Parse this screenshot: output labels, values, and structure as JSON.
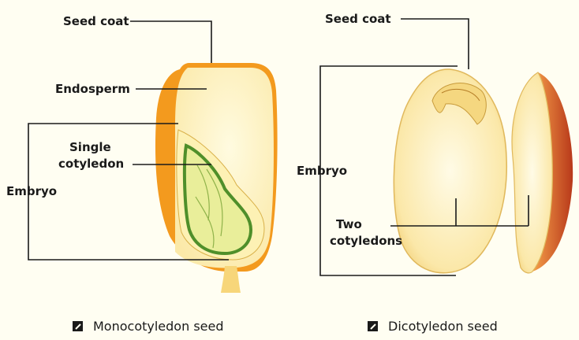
{
  "monocot": {
    "seed_coat": "Seed coat",
    "endosperm": "Endosperm",
    "single_cotyledon_line1": "Single",
    "single_cotyledon_line2": "cotyledon",
    "embryo": "Embryo",
    "caption": "Monocotyledon seed"
  },
  "dicot": {
    "seed_coat": "Seed coat",
    "embryo": "Embryo",
    "two_cotyledons_line1": "Two",
    "two_cotyledons_line2": "cotyledons",
    "caption": "Dicotyledon seed"
  },
  "colors": {
    "background": "#fffef2",
    "seed_coat_orange": "#f39a1e",
    "endosperm_cream": "#fff6c8",
    "cotyledon_green": "#5a9a2a",
    "dicot_rim": "#c2401a"
  }
}
